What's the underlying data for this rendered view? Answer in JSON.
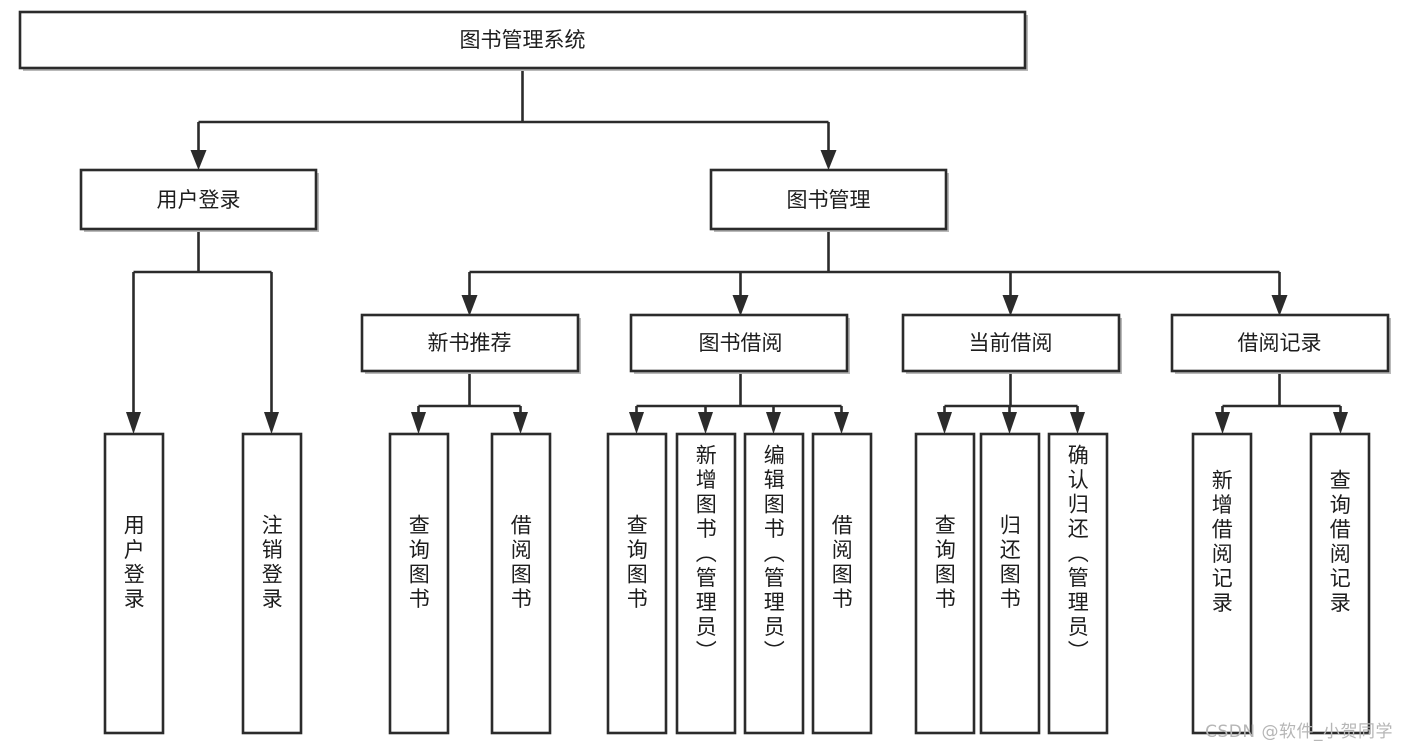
{
  "diagram": {
    "type": "tree",
    "title": "图书管理系统",
    "watermark": "CSDN @软件_小贺同学",
    "colors": {
      "box_stroke": "#2b2b2b",
      "box_fill": "#ffffff",
      "link": "#2b2b2b",
      "text": "#1d1d1d",
      "shadow": "#b9b9b9",
      "watermark": "#b6b6b6",
      "background": "#ffffff"
    },
    "nodes": {
      "root": {
        "label": "图书管理系统",
        "level": 0,
        "orientation": "horizontal"
      },
      "l1": [
        {
          "id": "user-login",
          "label": "用户登录",
          "orientation": "horizontal"
        },
        {
          "id": "book-manage",
          "label": "图书管理",
          "orientation": "horizontal"
        }
      ],
      "l2": [
        {
          "id": "new-book-recommend",
          "label": "新书推荐",
          "orientation": "horizontal",
          "parent": "book-manage"
        },
        {
          "id": "book-borrow",
          "label": "图书借阅",
          "orientation": "horizontal",
          "parent": "book-manage"
        },
        {
          "id": "current-borrow",
          "label": "当前借阅",
          "orientation": "horizontal",
          "parent": "book-manage"
        },
        {
          "id": "borrow-record",
          "label": "借阅记录",
          "orientation": "horizontal",
          "parent": "book-manage"
        }
      ],
      "leaves": [
        {
          "id": "leaf-user-login",
          "label": "用户登录",
          "orientation": "vertical",
          "parent": "user-login"
        },
        {
          "id": "leaf-user-logout",
          "label": "注销登录",
          "orientation": "vertical",
          "parent": "user-login"
        },
        {
          "id": "leaf-query-book-1",
          "label": "查询图书",
          "orientation": "vertical",
          "parent": "new-book-recommend"
        },
        {
          "id": "leaf-borrow-book-1",
          "label": "借阅图书",
          "orientation": "vertical",
          "parent": "new-book-recommend"
        },
        {
          "id": "leaf-query-book-2",
          "label": "查询图书",
          "orientation": "vertical",
          "parent": "book-borrow"
        },
        {
          "id": "leaf-add-book",
          "label": "新增图书（管理员）",
          "orientation": "vertical",
          "parent": "book-borrow"
        },
        {
          "id": "leaf-edit-book",
          "label": "编辑图书（管理员）",
          "orientation": "vertical",
          "parent": "book-borrow"
        },
        {
          "id": "leaf-borrow-book-2",
          "label": "借阅图书",
          "orientation": "vertical",
          "parent": "book-borrow"
        },
        {
          "id": "leaf-query-book-3",
          "label": "查询图书",
          "orientation": "vertical",
          "parent": "current-borrow"
        },
        {
          "id": "leaf-return-book",
          "label": "归还图书",
          "orientation": "vertical",
          "parent": "current-borrow"
        },
        {
          "id": "leaf-confirm-return",
          "label": "确认归还（管理员）",
          "orientation": "vertical",
          "parent": "current-borrow"
        },
        {
          "id": "leaf-add-record",
          "label": "新增借阅记录",
          "orientation": "vertical",
          "parent": "borrow-record"
        },
        {
          "id": "leaf-query-record",
          "label": "查询借阅记录",
          "orientation": "vertical",
          "parent": "borrow-record"
        }
      ]
    }
  }
}
